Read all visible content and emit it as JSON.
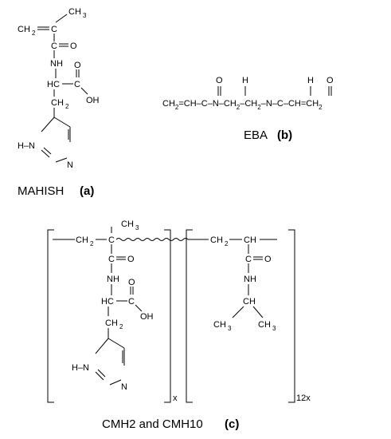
{
  "structures": {
    "a": {
      "caption_name": "MAHISH",
      "caption_label": "(a)",
      "atoms": {
        "ch2": "CH",
        "ch2_sub": "2",
        "ch3": "CH",
        "ch3_sub": "3",
        "c_top": "C",
        "c_carbonyl": "C",
        "o_carbonyl": "O",
        "nh": "NH",
        "hc": "HC",
        "c_acid": "C",
        "o_acid": "O",
        "oh": "OH",
        "ch2_side": "CH",
        "ch2_side_sub": "2",
        "ring_nh": "H–N",
        "ring_n": "N"
      }
    },
    "b": {
      "caption_name": "EBA",
      "caption_label": "(b)",
      "formula_tokens": [
        "CH",
        "2",
        "=CH–C–N–CH",
        "2",
        "–CH",
        "2",
        "–N–C–CH=CH",
        "2"
      ],
      "o_left": "O",
      "o_right": "O",
      "h_left": "H",
      "h_right": "H"
    },
    "c": {
      "caption_name": "CMH2 and CMH10",
      "caption_label": "(c)",
      "subscript_x": "x",
      "subscript_12x": "12x",
      "left_unit": {
        "ch2": "CH",
        "ch2_sub": "2",
        "c": "C",
        "ch3": "CH",
        "ch3_sub": "3",
        "c_carbonyl": "C",
        "o_carbonyl": "O",
        "nh": "NH",
        "hc": "HC",
        "c_acid": "C",
        "o_acid": "O",
        "oh": "OH",
        "ch2_side": "CH",
        "ch2_side_sub": "2",
        "ring_nh": "H–N",
        "ring_n": "N"
      },
      "right_unit": {
        "ch2": "CH",
        "ch2_sub": "2",
        "ch": "CH",
        "c_carbonyl": "C",
        "o_carbonyl": "O",
        "nh": "NH",
        "ch3_left": "CH",
        "ch3_left_sub": "3",
        "ch3_right": "CH",
        "ch3_right_sub": "3"
      }
    }
  }
}
